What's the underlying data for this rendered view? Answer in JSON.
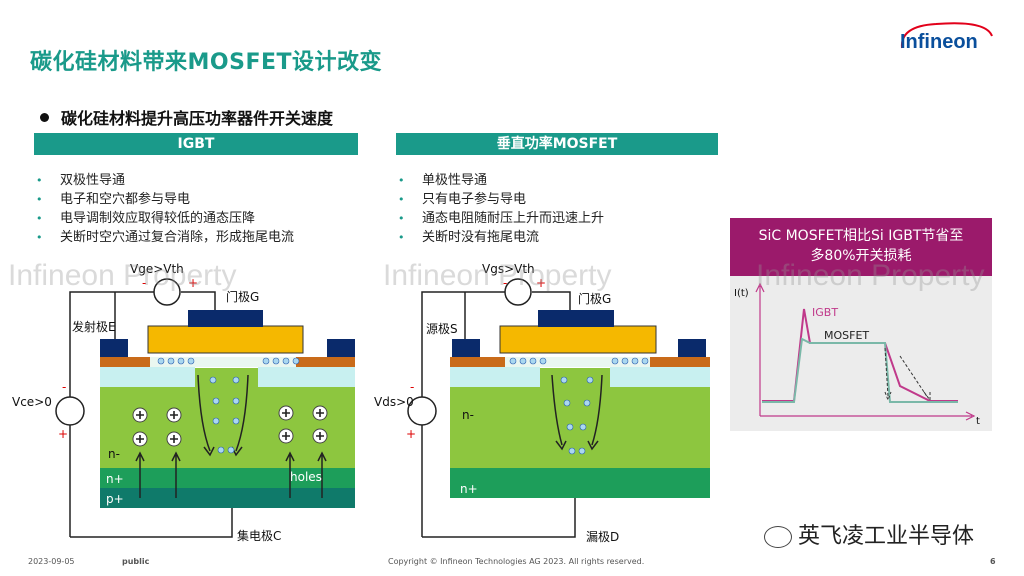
{
  "title": "碳化硅材料带来MOSFET设计改变",
  "subtitle": "碳化硅材料提升高压功率器件开关速度",
  "logo": {
    "text": "Infineon"
  },
  "igbt": {
    "header": "IGBT",
    "bullets": [
      "双极性导通",
      "电子和空穴都参与导电",
      "电导调制效应取得较低的通态压降",
      "关断时空穴通过复合消除，形成拖尾电流"
    ],
    "labels": {
      "vge": "Vge>Vth",
      "gate": "门极G",
      "emitter": "发射极E",
      "vce": "Vce>0",
      "collector": "集电极C",
      "nminus": "n-",
      "nplus": "n+",
      "pplus": "p+",
      "holes": "holes",
      "minus": "-",
      "plus": "+"
    }
  },
  "mosfet": {
    "header": "垂直功率MOSFET",
    "bullets": [
      "单极性导通",
      "只有电子参与导电",
      "通态电阻随耐压上升而迅速上升",
      "关断时没有拖尾电流"
    ],
    "labels": {
      "vgs": "Vgs>Vth",
      "gate": "门极G",
      "source": "源极S",
      "vds": "Vds>0",
      "drain": "漏极D",
      "nminus": "n-",
      "nplus": "n+",
      "minus": "-",
      "plus": "+"
    }
  },
  "callout": {
    "line1": "SiC MOSFET相比Si IGBT节省至",
    "line2": "多80%开关损耗",
    "ylabel": "I(t)",
    "xlabel": "t",
    "series_igbt": "IGBT",
    "series_mosfet": "MOSFET"
  },
  "watermark": "Infineon Property",
  "footer": {
    "date": "2023-09-05",
    "class": "public",
    "copyright": "Copyright © Infineon Technologies AG 2023. All rights reserved.",
    "page": "6"
  },
  "wechat": "英飞凌工业半导体",
  "colors": {
    "teal": "#1a9a8a",
    "magenta": "#9b1a6b",
    "green": "#8dc63f",
    "dark_green": "#1d8f5a",
    "navy": "#0a2a6b",
    "gold": "#f5b800"
  }
}
